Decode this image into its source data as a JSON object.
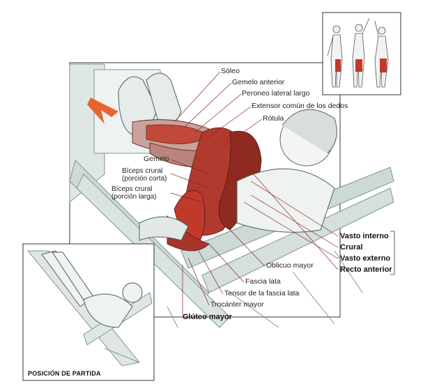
{
  "labels": {
    "soleo": "Sóleo",
    "gemelo_anterior": "Gemelo anterior",
    "peroneo": "Peroneo lateral largo",
    "extensor": "Extensor común de los dedos",
    "rotula": "Rótula",
    "gemelo": "Gemelo",
    "biceps_corta_1": "Bíceps crural",
    "biceps_corta_2": "(porción corta)",
    "biceps_larga_1": "Bíceps crural",
    "biceps_larga_2": "(porción larga)",
    "vasto_interno": "Vasto interno",
    "crural": "Crural",
    "vasto_externo": "Vasto externo",
    "recto_anterior": "Recto anterior",
    "oblicuo_mayor": "Oblicuo mayor",
    "fascia_lata": "Fascia lata",
    "tensor": "Tensor de la fascia lata",
    "trocanter": "Trocánter mayor",
    "gluteo": "Glúteo mayor"
  },
  "caption": "POSICIÓN DE PARTIDA",
  "colors": {
    "muscle": "#c0392b",
    "muscle_dark": "#7a1c14",
    "sketch": "#5a6e6a",
    "machine": "#9fb3ad",
    "arrow": "#e8541c",
    "leader": "#8a2020"
  }
}
